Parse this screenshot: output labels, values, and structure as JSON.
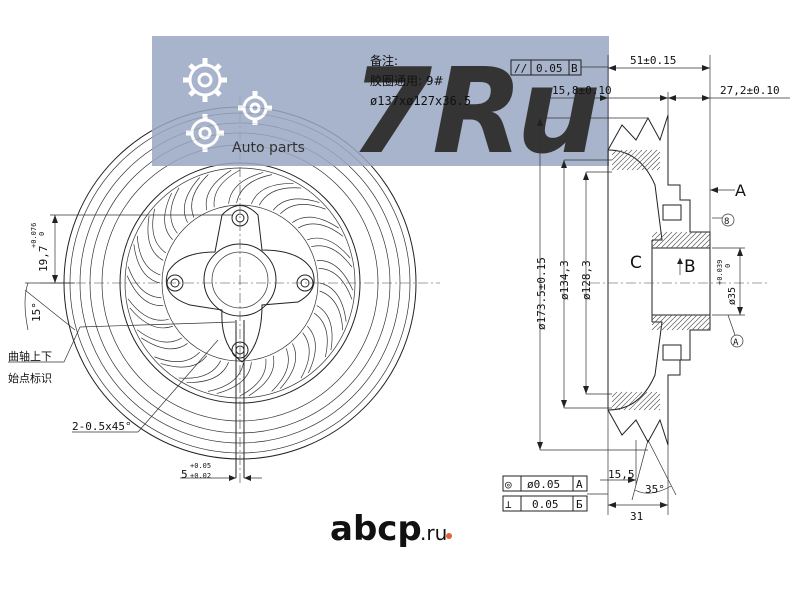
{
  "watermark": {
    "logo_text": "7Ru",
    "sub_text": "Auto parts"
  },
  "notes": {
    "title": "备注:",
    "line1": "胶圈通用: 9#",
    "line2": "ø137xø127x36.5"
  },
  "left_view": {
    "dim_19_7": "19,7",
    "dim_19_7_tol_upper": "+0.076",
    "dim_19_7_tol_lower": "0",
    "angle_15": "15°",
    "label_crank_1": "曲轴上下",
    "label_crank_2": "始点标识",
    "chamfer": "2-0.5x45°",
    "dim_5": "5",
    "dim_5_tol_upper": "+0.05",
    "dim_5_tol_lower": "+0.02"
  },
  "right_view": {
    "tol_frame_top": {
      "symbol": "//",
      "value": "0.05",
      "datum": "B"
    },
    "dim_51": "51±0.15",
    "dim_15_8": "15,8±0.10",
    "dim_27_2": "27,2±0.10",
    "datum_a": "A",
    "datum_b": "B",
    "datum_c": "C",
    "circle_8": "8",
    "circle_a": "A",
    "dia_173_5": "ø173.5±0.15",
    "dia_134_3": "ø134,3",
    "dia_128_3": "ø128,3",
    "dia_35": "ø35",
    "dia_35_tol_upper": "+0.039",
    "dia_35_tol_lower": "0",
    "tol_frame_conc": {
      "symbol": "◎",
      "value": "ø0.05",
      "datum": "A"
    },
    "tol_frame_perp": {
      "symbol": "⊥",
      "value": "0.05",
      "datum": "Б"
    },
    "dim_15_5": "15,5",
    "angle_35": "35°",
    "dim_31": "31"
  },
  "brand": {
    "name": "abcp",
    "tld": ".ru"
  },
  "colors": {
    "watermark_box": "#9aa7c2",
    "watermark_logo": "#4aa6e0",
    "brand_text": "#c8c8c8",
    "brand_dot": "#e2623a",
    "line": "#222222"
  }
}
